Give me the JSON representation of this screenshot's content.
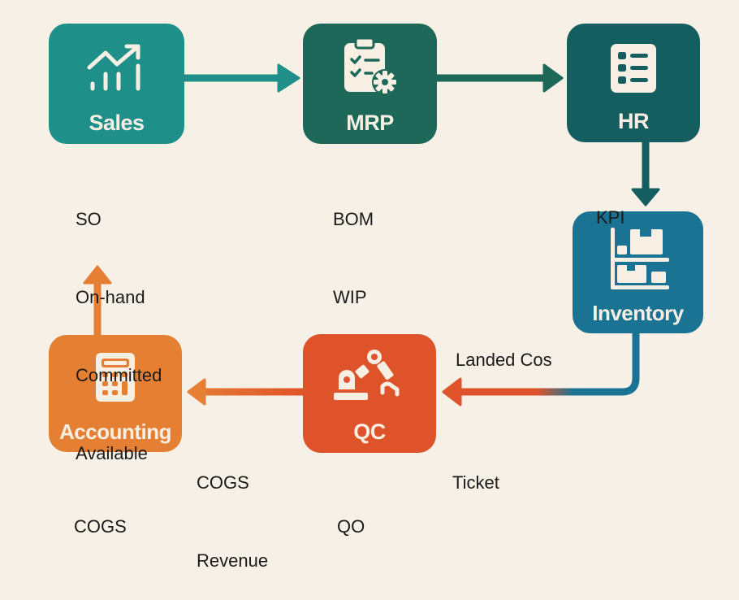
{
  "nodes": {
    "sales": {
      "title": "Sales",
      "color": "#1e9089",
      "icon": "chart-trend-icon"
    },
    "mrp": {
      "title": "MRP",
      "color": "#1d6858",
      "icon": "clipboard-gear-icon"
    },
    "hr": {
      "title": "HR",
      "color": "#155e60",
      "icon": "list-document-icon"
    },
    "inventory": {
      "title": "Inventory",
      "color": "#1b7393",
      "icon": "warehouse-shelf-icon"
    },
    "qc": {
      "title": "QC",
      "color": "#df532a",
      "icon": "robot-arm-icon"
    },
    "accounting": {
      "title": "Accounting",
      "color": "#e47f33",
      "icon": "calculator-icon"
    }
  },
  "labels": {
    "sales": [
      "SO",
      "On-hand",
      "Committed",
      "Available"
    ],
    "mrp": [
      "BOM",
      "WIP"
    ],
    "hr": [
      "KPI"
    ],
    "inventory": [
      "Landed Cos"
    ],
    "qc_ticket": [
      "Ticket"
    ],
    "accounting_flow": [
      "COGS",
      "Revenue"
    ],
    "qc_bottom": [
      "QO"
    ],
    "accounting_bottom": [
      "COGS"
    ]
  },
  "connections": [
    {
      "from": "Sales",
      "to": "MRP"
    },
    {
      "from": "MRP",
      "to": "HR"
    },
    {
      "from": "HR",
      "to": "Inventory"
    },
    {
      "from": "Inventory",
      "to": "QC"
    },
    {
      "from": "QC",
      "to": "Accounting"
    },
    {
      "from": "Accounting",
      "to": "Sales"
    }
  ]
}
